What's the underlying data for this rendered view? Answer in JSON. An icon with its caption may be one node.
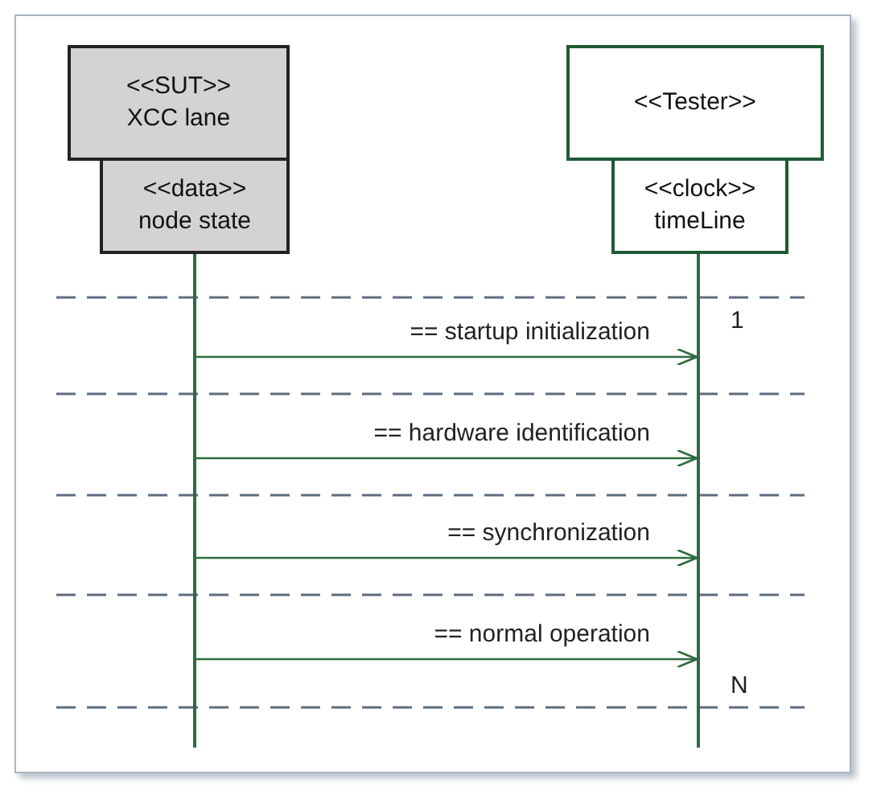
{
  "diagram": {
    "nodes": [
      {
        "text": [
          "<<SUT>>",
          "XCC lane"
        ]
      },
      {
        "text": [
          "<<data>>",
          "node state"
        ]
      },
      {
        "text": [
          "<<Tester>>"
        ]
      },
      {
        "text": [
          "<<clock>>",
          "timeLine"
        ]
      },
      {
        "text": [],
        "shape": "bar"
      },
      {
        "text": [],
        "shape": "bar"
      }
    ],
    "edges": [
      {
        "from": 4,
        "to": 5,
        "arrow": "to",
        "label": "== startup initialization"
      },
      {
        "from": 4,
        "to": 5,
        "arrow": "to",
        "label": "== hardware identification"
      },
      {
        "from": 4,
        "to": 5,
        "arrow": "to",
        "label": "== synchronization"
      },
      {
        "from": 4,
        "to": 5,
        "arrow": "to",
        "label": "== normal operation"
      }
    ],
    "labels": [
      "1",
      "N"
    ]
  }
}
